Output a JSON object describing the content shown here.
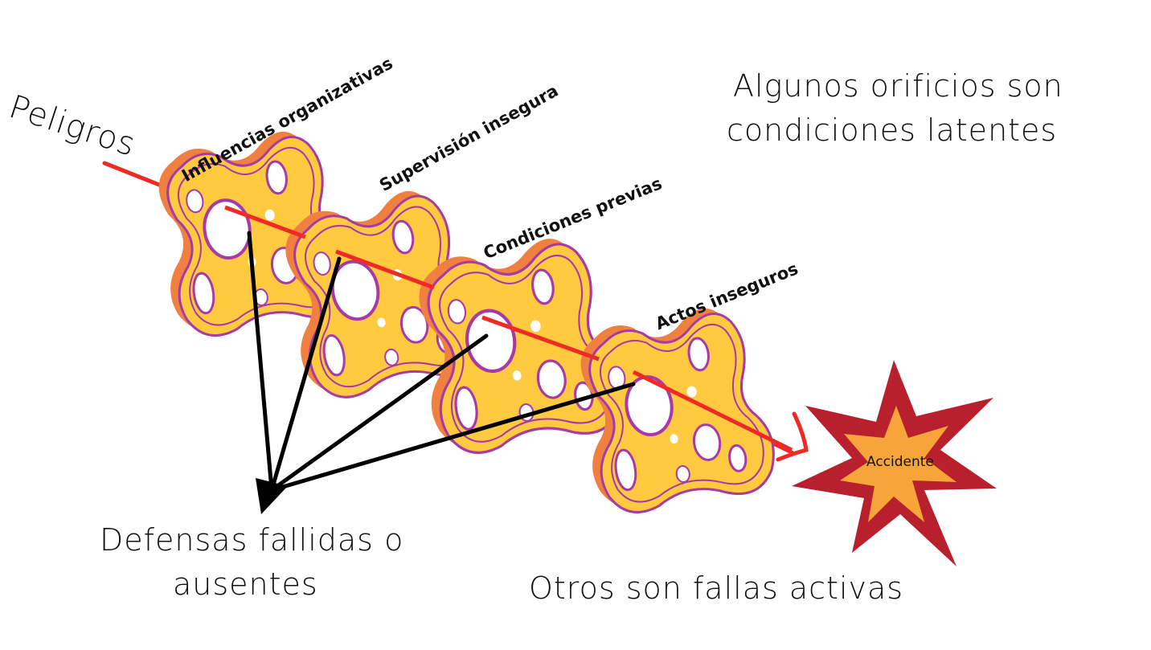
{
  "diagram": {
    "hazards_label": "Peligros",
    "layers": [
      {
        "label": "Influencias organizativas"
      },
      {
        "label": "Supervisión insegura"
      },
      {
        "label": "Condiciones previas"
      },
      {
        "label": "Actos inseguros"
      }
    ],
    "note_latent_line1": "Algunos orificios son",
    "note_latent_line2": "condiciones latentes",
    "failed_defenses_line1": "Defensas fallidas o",
    "failed_defenses_line2": "ausentes",
    "active_failures": "Otros son fallas activas",
    "accident_label": "Accidente",
    "colors": {
      "cheese_fill": "#FFC940",
      "cheese_shadow": "#F08040",
      "cheese_outline": "#A83AA8",
      "hazard_line": "#EE2A24",
      "burst_outer": "#B8202E",
      "burst_inner": "#F7A53A",
      "arrow": "#000000"
    }
  }
}
